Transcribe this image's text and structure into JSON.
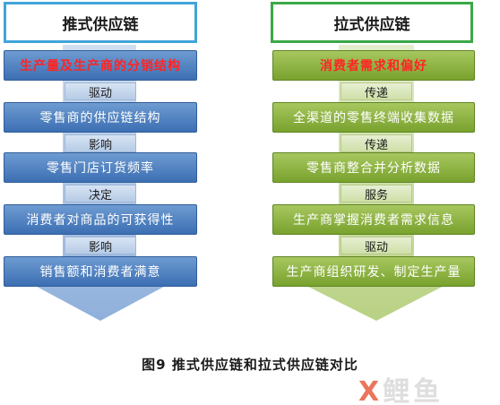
{
  "left": {
    "header": "推式供应链",
    "steps": [
      "生产量及生产商的分销结构",
      "零售商的供应链结构",
      "零售门店订货频率",
      "消费者对商品的可获得性",
      "销售额和消费者满意"
    ],
    "links": [
      "驱动",
      "影响",
      "决定",
      "影响"
    ]
  },
  "right": {
    "header": "拉式供应链",
    "steps": [
      "消费者需求和偏好",
      "全渠道的零售终端收集数据",
      "零售商整合并分析数据",
      "生产商掌握消费者需求信息",
      "生产商组织研发、制定生产量"
    ],
    "links": [
      "传递",
      "传递",
      "服务",
      "驱动"
    ]
  },
  "caption": "图9  推式供应链和拉式供应链对比",
  "logo": {
    "mark": "X",
    "text": "鲤鱼"
  },
  "colors": {
    "left_header_border": "#41a5d9",
    "right_header_border": "#3aa847",
    "left_step": "#4a7cc0",
    "right_step": "#8bb13e",
    "highlight_text": "#ff2424"
  }
}
